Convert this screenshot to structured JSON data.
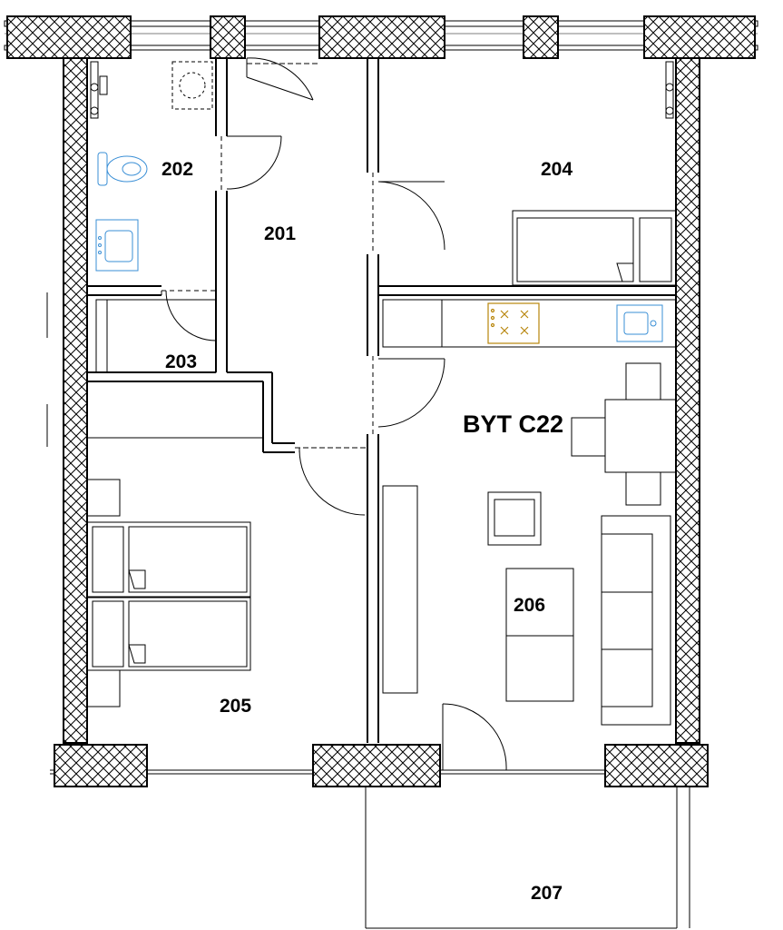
{
  "apartment": {
    "name": "BYT C22"
  },
  "rooms": [
    {
      "number": "201"
    },
    {
      "number": "202"
    },
    {
      "number": "203"
    },
    {
      "number": "204"
    },
    {
      "number": "205"
    },
    {
      "number": "206"
    },
    {
      "number": "207"
    }
  ],
  "colors": {
    "wall": "#000000",
    "hatch": "#000000",
    "sanitary": "#3a8fd6",
    "cooktop": "#b8860b",
    "furniture": "#000000"
  },
  "fixtures": [
    "toilet-icon",
    "bathtub-icon",
    "washing-machine-icon",
    "cooktop-icon",
    "kitchen-sink-icon",
    "radiator-icon",
    "bed-icon",
    "table-icon",
    "chair-icon",
    "sofa-icon",
    "armchair-icon",
    "wardrobe-icon"
  ]
}
